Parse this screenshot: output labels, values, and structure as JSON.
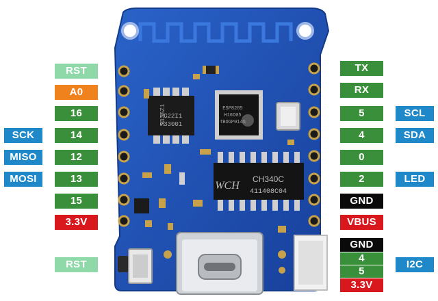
{
  "colors": {
    "pin_green": "#3a8f3a",
    "pin_pale_green": "#8fd9a8",
    "analog_orange": "#f0821e",
    "power_red": "#d9181e",
    "ground_black": "#0a0a0a",
    "function_blue": "#1e88c8",
    "pcb_blue": "#1d4fb3"
  },
  "left_pins": [
    "RST",
    "A0",
    "16",
    "14",
    "12",
    "13",
    "15",
    "3.3V"
  ],
  "left_functions": [
    "SCK",
    "MISO",
    "MOSI"
  ],
  "right_pins": [
    "TX",
    "RX",
    "5",
    "4",
    "0",
    "2",
    "GND",
    "VBUS"
  ],
  "right_functions": [
    "SCL",
    "SDA",
    "LED"
  ],
  "i2c_connector": {
    "pins": [
      "GND",
      "4",
      "5",
      "3.3V"
    ],
    "function": "I2C"
  },
  "reset_button_label": "RST",
  "chips": {
    "regulator_line1": "S33SZ1",
    "regulator_line2": "PG22I1",
    "regulator_line3": "P33001",
    "esp_line1": "ESP8285",
    "esp_line2": "H16D05",
    "esp_line3": "TBOGP0145",
    "usb_serial_logo": "WCH",
    "usb_serial_part": "CH340C",
    "usb_serial_code": "411408C04"
  }
}
